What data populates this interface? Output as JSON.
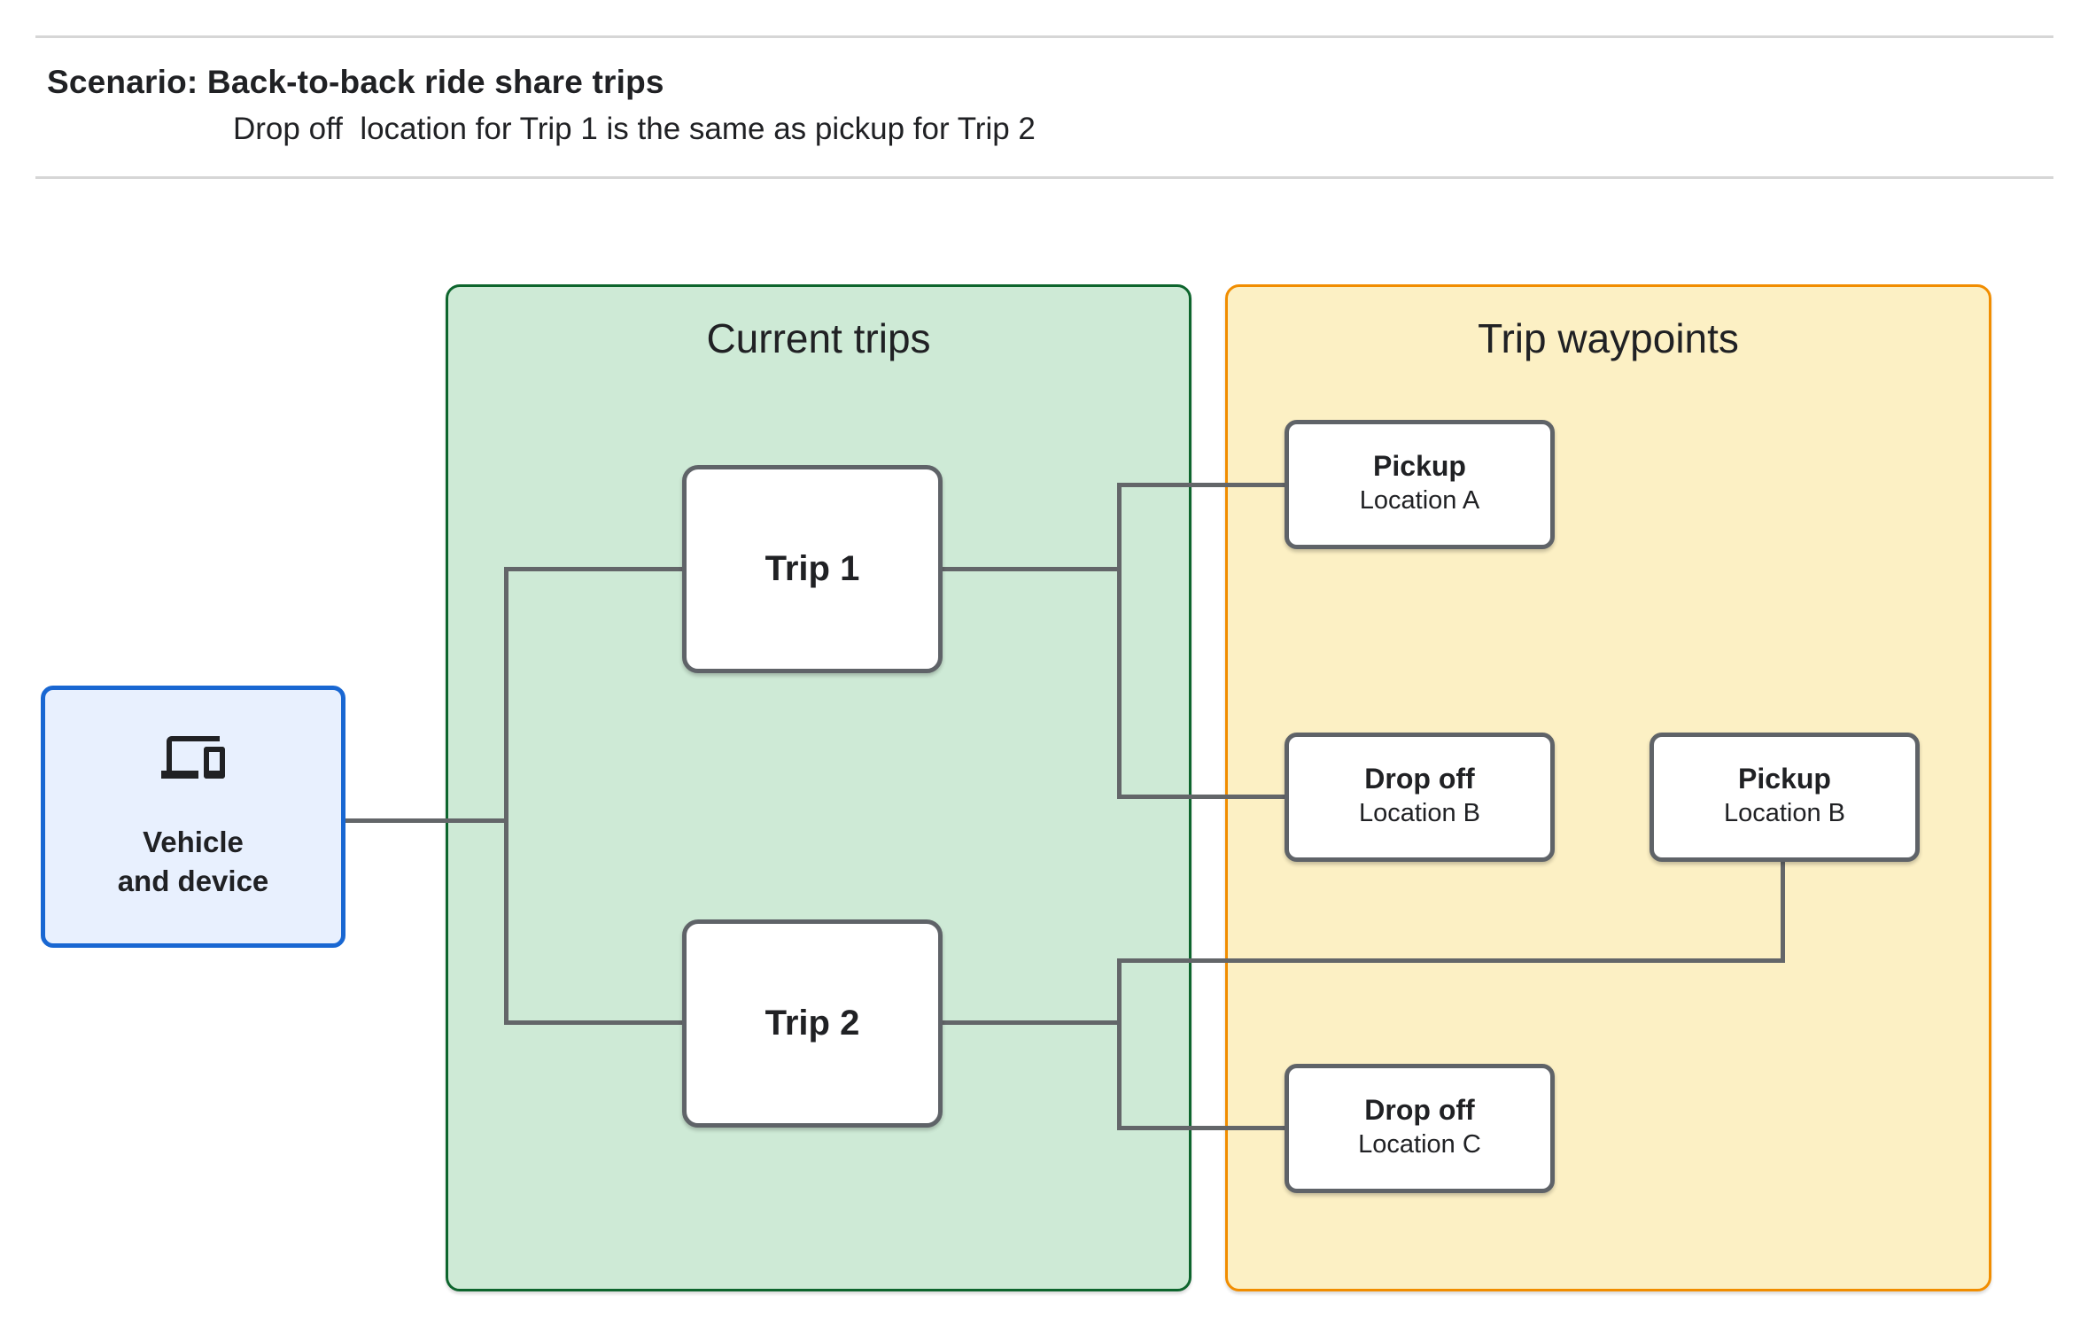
{
  "header": {
    "title": "Scenario: Back-to-back ride share trips",
    "subtitle": "Drop off  location for Trip 1 is the same as pickup for Trip 2"
  },
  "vehicle_node": {
    "icon": "devices-icon",
    "label_line1": "Vehicle",
    "label_line2": "and device"
  },
  "current_trips_panel": {
    "title": "Current trips",
    "nodes": [
      {
        "label": "Trip 1"
      },
      {
        "label": "Trip 2"
      }
    ]
  },
  "trip_waypoints_panel": {
    "title": "Trip waypoints",
    "nodes": [
      {
        "title": "Pickup",
        "subtitle": "Location A"
      },
      {
        "title": "Drop off",
        "subtitle": "Location B"
      },
      {
        "title": "Pickup",
        "subtitle": "Location B"
      },
      {
        "title": "Drop off",
        "subtitle": "Location C"
      }
    ]
  },
  "colors": {
    "text": "#202124",
    "rule": "#d6d6d6",
    "connector": "#636669",
    "node_border": "#5f6368",
    "node_fill": "#ffffff",
    "vehicle_fill": "#e8f0fe",
    "vehicle_border": "#1967d2",
    "trips_fill": "#ceead6",
    "trips_border": "#0d652d",
    "waypoints_fill": "#fcf0c4",
    "waypoints_border": "#f18d00"
  }
}
